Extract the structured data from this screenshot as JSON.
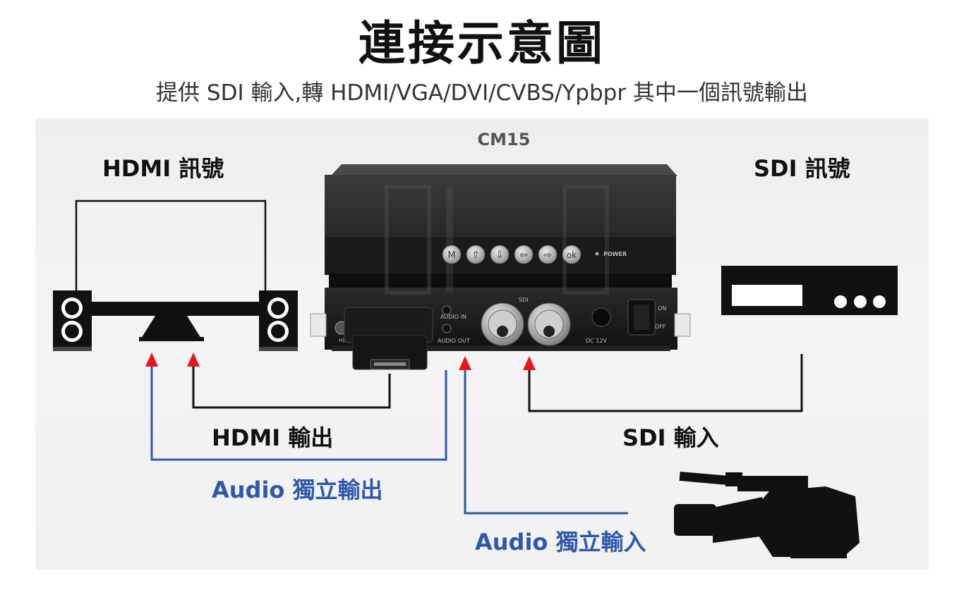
{
  "header": {
    "title": "連接示意圖",
    "subtitle": "提供 SDI 輸入,轉 HDMI/VGA/DVI/CVBS/Ypbpr 其中一個訊號輸出"
  },
  "device": {
    "model": "CM15",
    "buttons": [
      "M",
      "⇧",
      "⇩",
      "⇦",
      "⇨",
      "ok"
    ],
    "power_label": "POWER",
    "rear_labels": {
      "audio_in": "AUDIO IN",
      "audio_out": "AUDIO OUT",
      "sdi": "SDI",
      "dc": "DC 12V",
      "on": "ON",
      "off": "OFF",
      "hdmi": "HDMI"
    }
  },
  "labels": {
    "hdmi_signal": "HDMI 訊號",
    "sdi_signal": "SDI 訊號",
    "hdmi_output": "HDMI 輸出",
    "sdi_input": "SDI 輸入",
    "audio_output": "Audio 獨立輸出",
    "audio_input": "Audio 獨立輸入"
  },
  "colors": {
    "blue_line": "#2f58a8",
    "arrow_red": "#e8141c",
    "black": "#111111"
  }
}
